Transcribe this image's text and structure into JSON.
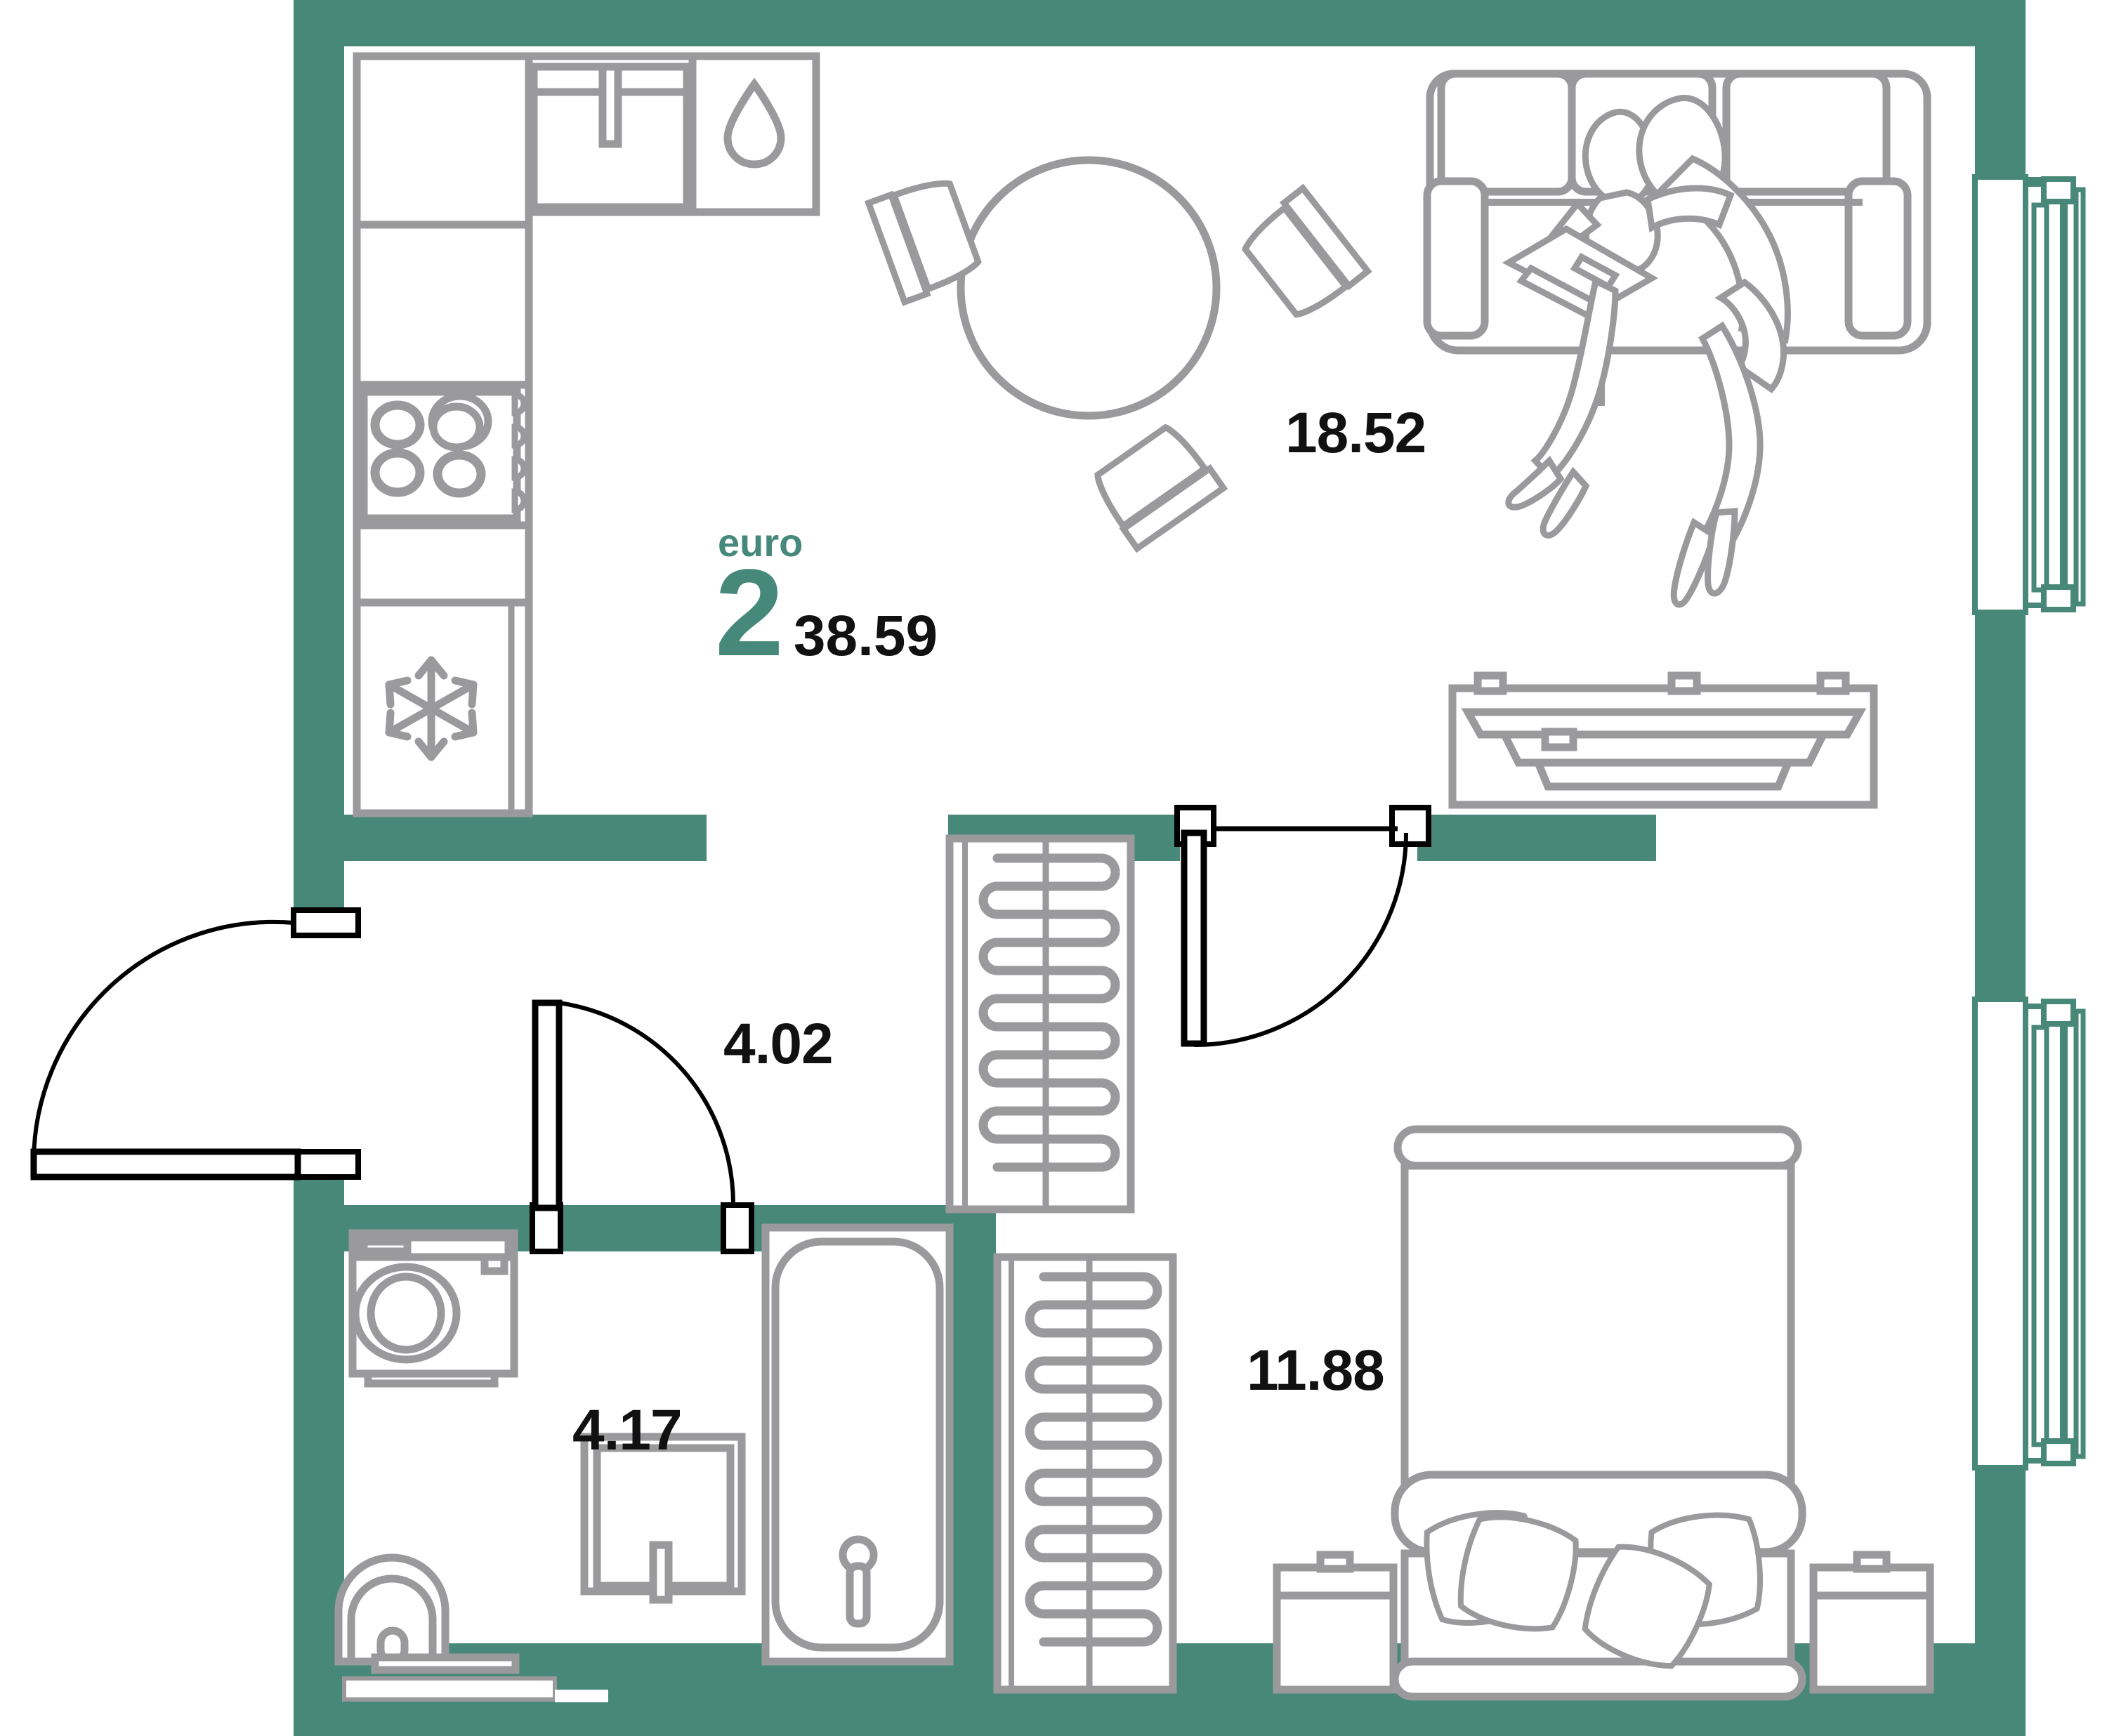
{
  "plan": {
    "brand": {
      "label": "euro",
      "rooms": "2",
      "total_area": "38.59"
    },
    "colors": {
      "wall": "#488878",
      "furniture": "#9a9a9c",
      "accent": "#46897a",
      "text": "#111111",
      "door": "#000000"
    },
    "rooms": [
      {
        "name": "living-kitchen-dining",
        "area": "18.52"
      },
      {
        "name": "hallway",
        "area": "4.02"
      },
      {
        "name": "bathroom",
        "area": "4.17"
      },
      {
        "name": "bedroom",
        "area": "11.88"
      }
    ],
    "fixtures": [
      {
        "name": "kitchen-upper-cabinet"
      },
      {
        "name": "kitchen-sink-faucet"
      },
      {
        "name": "water-drop-icon"
      },
      {
        "name": "stove-cooktop"
      },
      {
        "name": "refrigerator-snowflake-icon"
      },
      {
        "name": "dining-table-round"
      },
      {
        "name": "dining-chair"
      },
      {
        "name": "sofa-three-seat"
      },
      {
        "name": "seated-people-reading"
      },
      {
        "name": "tv-media-console"
      },
      {
        "name": "wardrobe-hallway"
      },
      {
        "name": "wardrobe-bedroom"
      },
      {
        "name": "washing-machine"
      },
      {
        "name": "toilet"
      },
      {
        "name": "bathroom-sink"
      },
      {
        "name": "bathtub"
      },
      {
        "name": "bed-double"
      },
      {
        "name": "pillow"
      },
      {
        "name": "nightstand"
      },
      {
        "name": "balcony-door-upper"
      },
      {
        "name": "balcony-door-lower"
      },
      {
        "name": "entry-door"
      },
      {
        "name": "bathroom-door"
      },
      {
        "name": "bedroom-door"
      }
    ]
  }
}
